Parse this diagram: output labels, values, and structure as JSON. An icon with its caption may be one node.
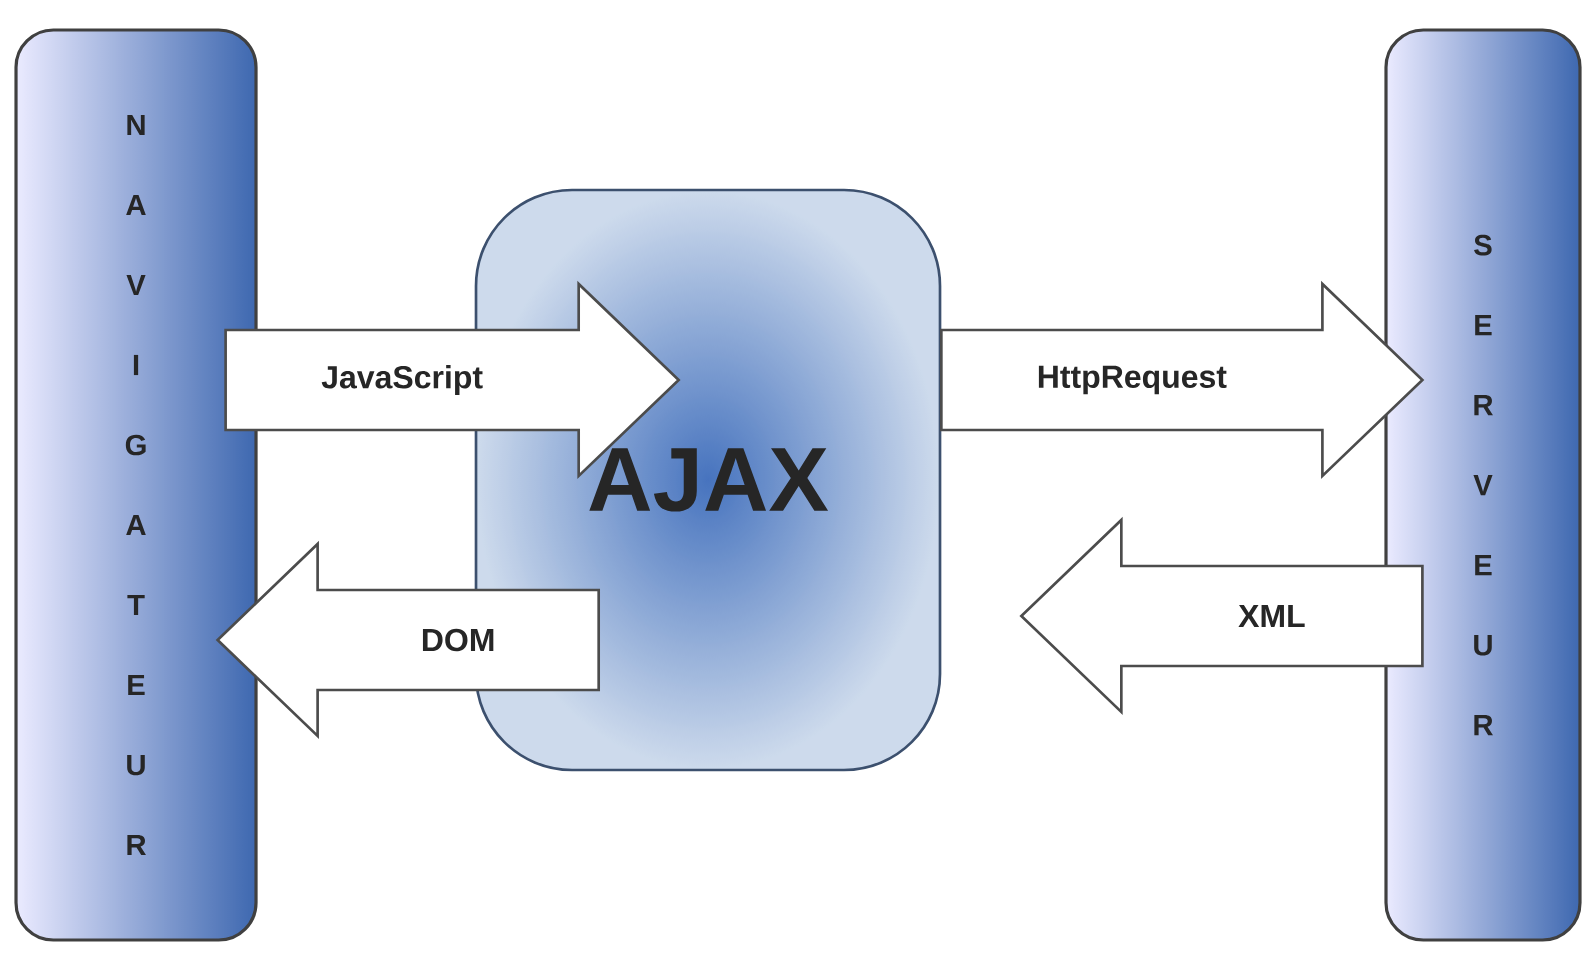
{
  "diagram": {
    "nodes": [
      {
        "text": [
          "N A V I G A T E U R"
        ]
      },
      {
        "text": [
          "AJAX"
        ]
      },
      {
        "text": [
          "S E R V E U R"
        ]
      }
    ],
    "edges": [
      {
        "from": 0,
        "to": 1,
        "arrow": "to",
        "label": "JavaScript"
      },
      {
        "from": 1,
        "to": 0,
        "arrow": "to",
        "label": "DOM"
      },
      {
        "from": 1,
        "to": 2,
        "arrow": "to",
        "label": "HttpRequest"
      },
      {
        "from": 2,
        "to": 1,
        "arrow": "to",
        "label": "XML"
      }
    ]
  }
}
